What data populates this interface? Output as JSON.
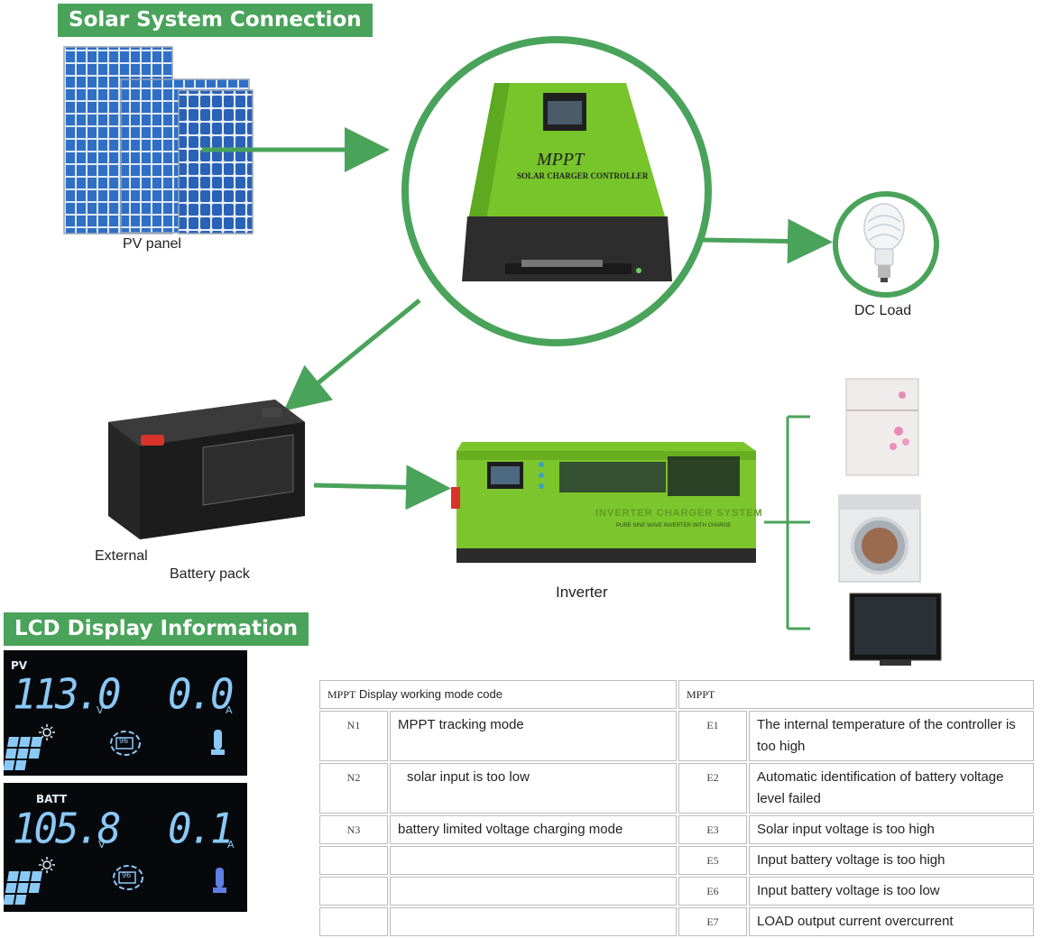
{
  "sections": {
    "solar_title": "Solar System Connection",
    "lcd_title": "LCD Display Information"
  },
  "components": {
    "pv_panel": "PV panel",
    "controller_brand": "MPPT",
    "controller_subtitle": "SOLAR CHARGER CONTROLLER",
    "dc_load": "DC Load",
    "battery_line1": "External",
    "battery_line2": "Battery pack",
    "inverter": "Inverter",
    "inverter_brand": "INVERTER CHARGER SYSTEM",
    "inverter_sub": "PURE SINE WAVE INVERTER WITH CHARGE"
  },
  "lcd": [
    {
      "caption": "PV",
      "voltage": "113.0",
      "voltage_unit": "V",
      "current": "0.0",
      "current_unit": "A",
      "battery_icon_text": "96"
    },
    {
      "caption": "BATT",
      "voltage": "105.8",
      "voltage_unit": "V",
      "current": "0.1",
      "current_unit": "A",
      "battery_icon_text": "96"
    }
  ],
  "table": {
    "header_left_prefix": "MPPT",
    "header_left": "Display working mode code",
    "header_right": "MPPT",
    "rows": [
      {
        "n_code": "N1",
        "n_desc": "MPPT tracking mode",
        "e_code": "E1",
        "e_desc": "The internal temperature of the controller is too high"
      },
      {
        "n_code": "N2",
        "n_desc": "solar input is too low",
        "e_code": "E2",
        "e_desc": "Automatic identification of battery voltage level failed"
      },
      {
        "n_code": "N3",
        "n_desc": "battery limited voltage charging mode",
        "e_code": "E3",
        "e_desc": "Solar input voltage is too high"
      },
      {
        "n_code": "",
        "n_desc": "",
        "e_code": "E5",
        "e_desc": "Input battery voltage is too high"
      },
      {
        "n_code": "",
        "n_desc": "",
        "e_code": "E6",
        "e_desc": "Input battery voltage is too low"
      },
      {
        "n_code": "",
        "n_desc": "",
        "e_code": "E7",
        "e_desc": "LOAD output current overcurrent"
      }
    ]
  },
  "colors": {
    "accent_green": "#4aa35a",
    "device_green": "#7cc52c",
    "lcd_blue": "#8ac9f6"
  }
}
